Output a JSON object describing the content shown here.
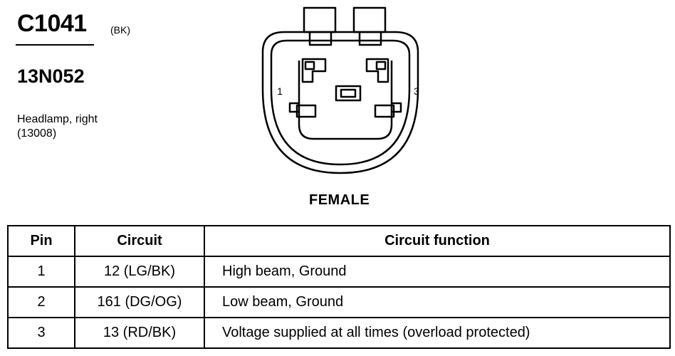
{
  "header": {
    "connector_id": "C1041",
    "color_code": "(BK)",
    "part_number": "13N052",
    "description_line1": "Headlamp, right",
    "description_line2": "(13008)"
  },
  "diagram": {
    "pin_label_left": "1",
    "pin_label_right": "3",
    "gender": "FEMALE"
  },
  "table": {
    "headers": [
      "Pin",
      "Circuit",
      "Circuit function"
    ],
    "rows": [
      {
        "pin": "1",
        "circuit": "12 (LG/BK)",
        "function": "High beam, Ground"
      },
      {
        "pin": "2",
        "circuit": "161 (DG/OG)",
        "function": "Low beam, Ground"
      },
      {
        "pin": "3",
        "circuit": "13 (RD/BK)",
        "function": "Voltage supplied at all times (overload protected)"
      }
    ]
  }
}
